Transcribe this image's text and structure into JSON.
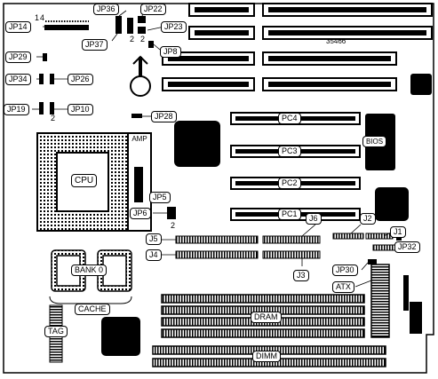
{
  "board_id": "35466",
  "jumpers": {
    "jp14": "JP14",
    "jp36": "JP36",
    "jp22": "JP22",
    "jp37": "JP37",
    "jp23": "JP23",
    "jp8": "JP8",
    "jp29": "JP29",
    "jp34": "JP34",
    "jp26": "JP26",
    "jp19": "JP19",
    "jp10": "JP10",
    "jp28": "JP28",
    "jp5": "JP5",
    "jp6": "JP6",
    "jp30": "JP30",
    "jp32": "JP32"
  },
  "pin_markers": {
    "jp14_pin_a": "1",
    "jp14_pin_b": "4",
    "jp37_pin": "2",
    "jp23_pin": "2",
    "jp19_pin": "2",
    "jp5_pin": "2"
  },
  "slots": {
    "pc1": "PC1",
    "pc2": "PC2",
    "pc3": "PC3",
    "pc4": "PC4"
  },
  "connectors": {
    "j1": "J1",
    "j2": "J2",
    "j3": "J3",
    "j4": "J4",
    "j5": "J5",
    "j6": "J6",
    "atx": "ATX"
  },
  "components": {
    "cpu": "CPU",
    "amp": "AMP",
    "bios": "BIOS",
    "bank0": "BANK 0",
    "cache": "CACHE",
    "tag": "TAG",
    "dram": "DRAM",
    "dimm": "DIMM"
  }
}
